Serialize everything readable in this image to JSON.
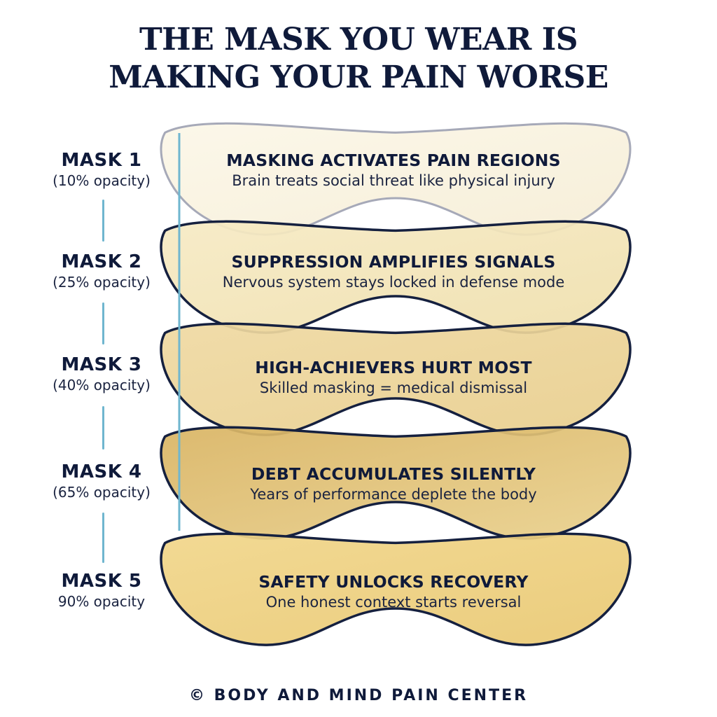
{
  "title": {
    "line1": "THE MASK YOU WEAR IS",
    "line2": "MAKING YOUR PAIN WORSE"
  },
  "masks": [
    {
      "label": "MASK 1",
      "opacity_text": "(10% opacity)",
      "opacity": 0.1,
      "headline": "MASKING ACTIVATES PAIN REGIONS",
      "subtext": "Brain treats social threat like physical injury",
      "fill_top": "#fbf6e6",
      "fill_bottom": "#f5ecd2",
      "outline": "#a6a9b8"
    },
    {
      "label": "MASK 2",
      "opacity_text": "(25% opacity)",
      "opacity": 0.25,
      "headline": "SUPPRESSION AMPLIFIES SIGNALS",
      "subtext": "Nervous system stays locked in defense mode",
      "fill_top": "#f6eac4",
      "fill_bottom": "#efdfac",
      "outline": "#15203f"
    },
    {
      "label": "MASK 3",
      "opacity_text": "(40% opacity)",
      "opacity": 0.4,
      "headline": "HIGH-ACHIEVERS HURT MOST",
      "subtext": "Skilled masking = medical dismissal",
      "fill_top": "#efd9a2",
      "fill_bottom": "#e8ce8d",
      "outline": "#15203f"
    },
    {
      "label": "MASK 4",
      "opacity_text": "(65% opacity)",
      "opacity": 0.65,
      "headline": "DEBT ACCUMULATES SILENTLY",
      "subtext": "Years of performance deplete the body",
      "fill_top": "#d9b463",
      "fill_bottom": "#e9d08c",
      "outline": "#15203f"
    },
    {
      "label": "MASK 5",
      "opacity_text": "90% opacity",
      "opacity": 0.9,
      "headline": "SAFETY UNLOCKS RECOVERY",
      "subtext": "One honest context starts reversal",
      "fill_top": "#f1d68a",
      "fill_bottom": "#e9c872",
      "outline": "#15203f"
    }
  ],
  "footer": "© BODY AND MIND PAIN CENTER",
  "colors": {
    "navy": "#0f1a3a",
    "connector": "#6fb6cf",
    "background": "#ffffff"
  }
}
